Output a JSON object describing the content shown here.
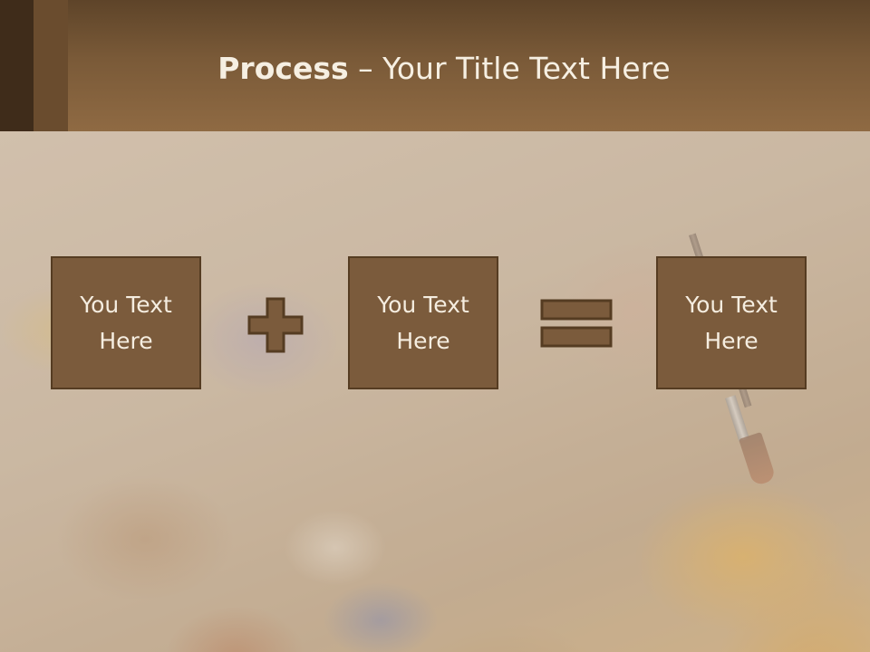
{
  "slide": {
    "title_bold": "Process",
    "title_rest": " – Your Title Text Here"
  },
  "process": {
    "boxes": [
      {
        "text": "You Text Here"
      },
      {
        "text": "You Text Here"
      },
      {
        "text": "You Text Here"
      }
    ],
    "operators": [
      "plus-icon",
      "equals-icon"
    ]
  },
  "colors": {
    "header": "#7a5a38",
    "box_fill": "#7b5b3c",
    "box_border": "#553c22",
    "text_light": "#f5ede0"
  }
}
